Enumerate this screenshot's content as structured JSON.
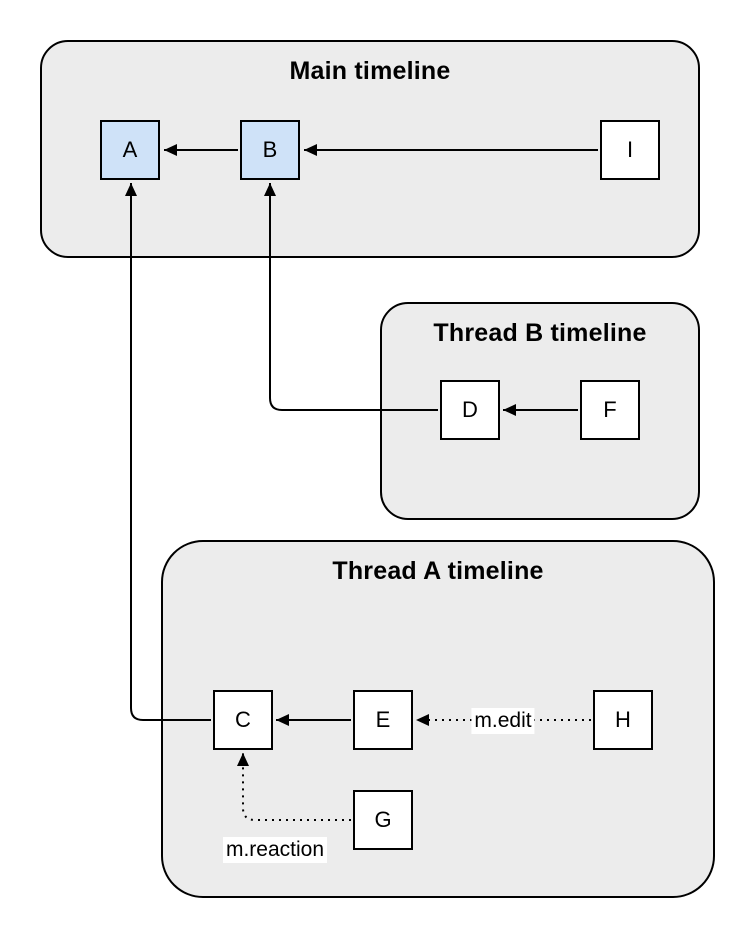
{
  "diagram": {
    "containers": [
      {
        "id": "main-timeline",
        "title": "Main timeline"
      },
      {
        "id": "thread-b-timeline",
        "title": "Thread B timeline"
      },
      {
        "id": "thread-a-timeline",
        "title": "Thread A timeline"
      }
    ],
    "nodes": [
      {
        "id": "A",
        "label": "A",
        "style": "highlight"
      },
      {
        "id": "B",
        "label": "B",
        "style": "highlight"
      },
      {
        "id": "I",
        "label": "I",
        "style": "default"
      },
      {
        "id": "D",
        "label": "D",
        "style": "default"
      },
      {
        "id": "F",
        "label": "F",
        "style": "default"
      },
      {
        "id": "C",
        "label": "C",
        "style": "default"
      },
      {
        "id": "E",
        "label": "E",
        "style": "default"
      },
      {
        "id": "H",
        "label": "H",
        "style": "default"
      },
      {
        "id": "G",
        "label": "G",
        "style": "default"
      }
    ],
    "edges": [
      {
        "id": "b-to-a",
        "from": "B",
        "to": "A",
        "style": "solid",
        "label": ""
      },
      {
        "id": "i-to-b",
        "from": "I",
        "to": "B",
        "style": "solid",
        "label": ""
      },
      {
        "id": "f-to-d",
        "from": "F",
        "to": "D",
        "style": "solid",
        "label": ""
      },
      {
        "id": "d-to-b",
        "from": "D",
        "to": "B",
        "style": "solid",
        "label": ""
      },
      {
        "id": "e-to-c",
        "from": "E",
        "to": "C",
        "style": "solid",
        "label": ""
      },
      {
        "id": "c-to-a",
        "from": "C",
        "to": "A",
        "style": "solid",
        "label": ""
      },
      {
        "id": "h-to-e",
        "from": "H",
        "to": "E",
        "style": "dotted",
        "label": "m.edit"
      },
      {
        "id": "g-to-c",
        "from": "G",
        "to": "C",
        "style": "dotted",
        "label": "m.reaction"
      }
    ],
    "edge_labels": {
      "h_to_e": "m.edit",
      "g_to_c": "m.reaction"
    },
    "colors": {
      "highlight_fill": "#cfe2f8",
      "node_fill": "#ffffff",
      "container_fill": "#ececec",
      "stroke": "#000000",
      "label_bg": "#ffffff",
      "page_bg": "#ffffff"
    }
  }
}
